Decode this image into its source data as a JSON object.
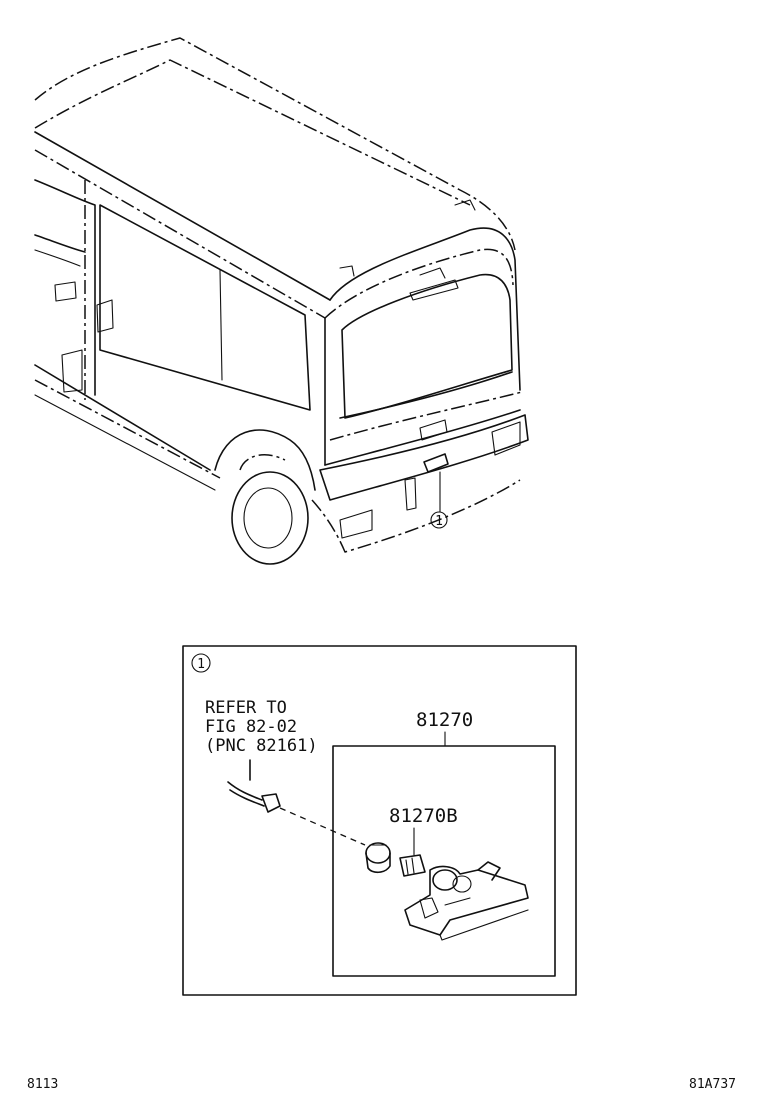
{
  "callout": {
    "number": "1"
  },
  "detail": {
    "marker": "1",
    "refer_lines": [
      "REFER TO",
      "FIG 82-02",
      "(PNC 82161)"
    ],
    "assembly_part": "81270",
    "bulb_part": "81270B"
  },
  "footer": {
    "left_code": "8113",
    "right_code": "81A737"
  }
}
